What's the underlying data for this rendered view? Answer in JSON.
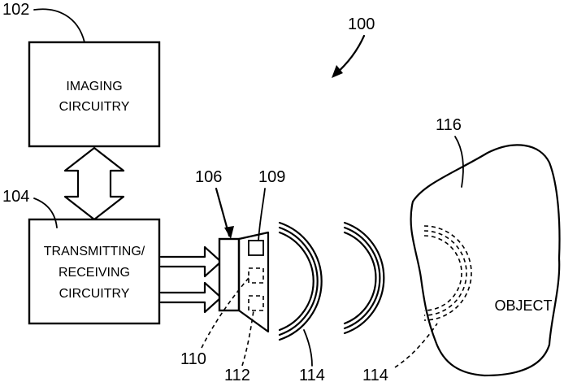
{
  "reference_numbers": {
    "system": "100",
    "imaging": "102",
    "transceiver": "104",
    "probe": "106",
    "element_109": "109",
    "element_110": "110",
    "element_112": "112",
    "waves_a": "114",
    "waves_b": "114",
    "object": "116"
  },
  "blocks": {
    "imaging_line1": "IMAGING",
    "imaging_line2": "CIRCUITRY",
    "tx_line1": "TRANSMITTING/",
    "tx_line2": "RECEIVING",
    "tx_line3": "CIRCUITRY"
  },
  "object_label": "OBJECT"
}
